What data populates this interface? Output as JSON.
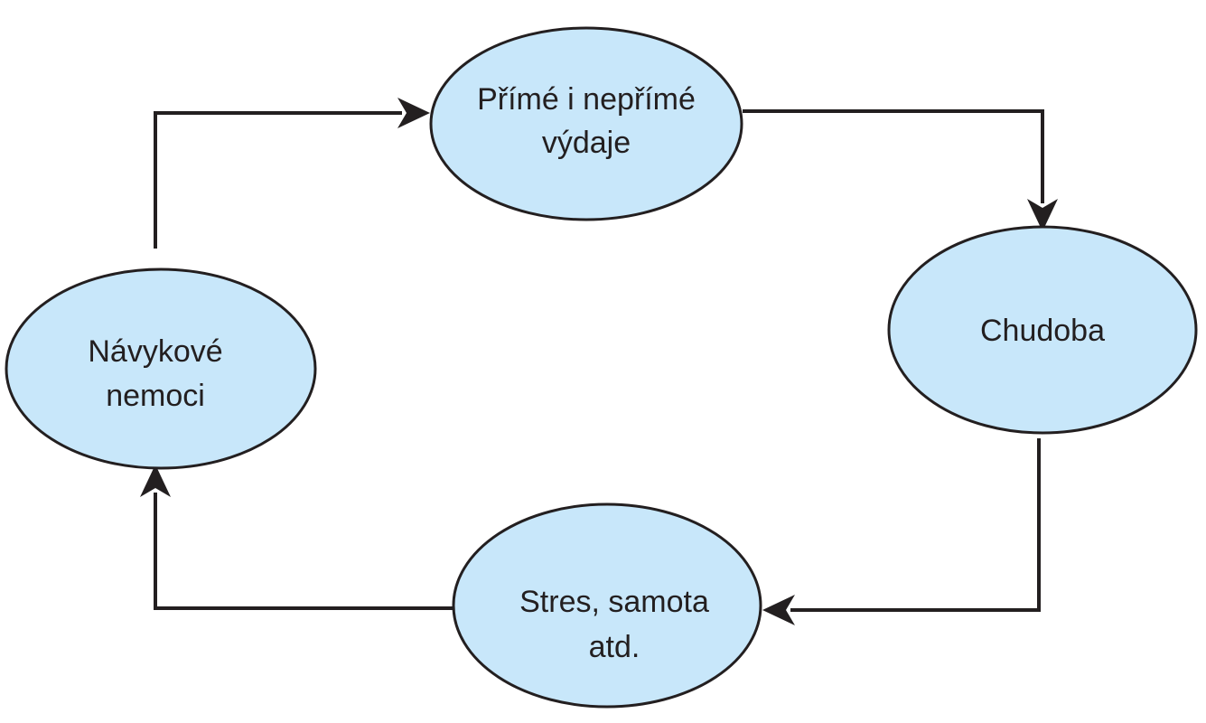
{
  "diagram": {
    "type": "cycle",
    "colors": {
      "node_fill": "#c8e7fa",
      "stroke": "#231f20",
      "text": "#231f20",
      "background": "#ffffff"
    },
    "nodes": {
      "direct_indirect_costs": {
        "lines": [
          "Přímé i nepřímé",
          "výdaje"
        ]
      },
      "poverty": {
        "lines": [
          "Chudoba"
        ]
      },
      "stress_loneliness": {
        "lines": [
          "Stres, samota",
          "atd."
        ]
      },
      "addictive_diseases": {
        "lines": [
          "Návykové",
          "nemoci"
        ]
      }
    },
    "edges": [
      {
        "from": "addictive_diseases",
        "to": "direct_indirect_costs"
      },
      {
        "from": "direct_indirect_costs",
        "to": "poverty"
      },
      {
        "from": "poverty",
        "to": "stress_loneliness"
      },
      {
        "from": "stress_loneliness",
        "to": "addictive_diseases"
      }
    ]
  }
}
